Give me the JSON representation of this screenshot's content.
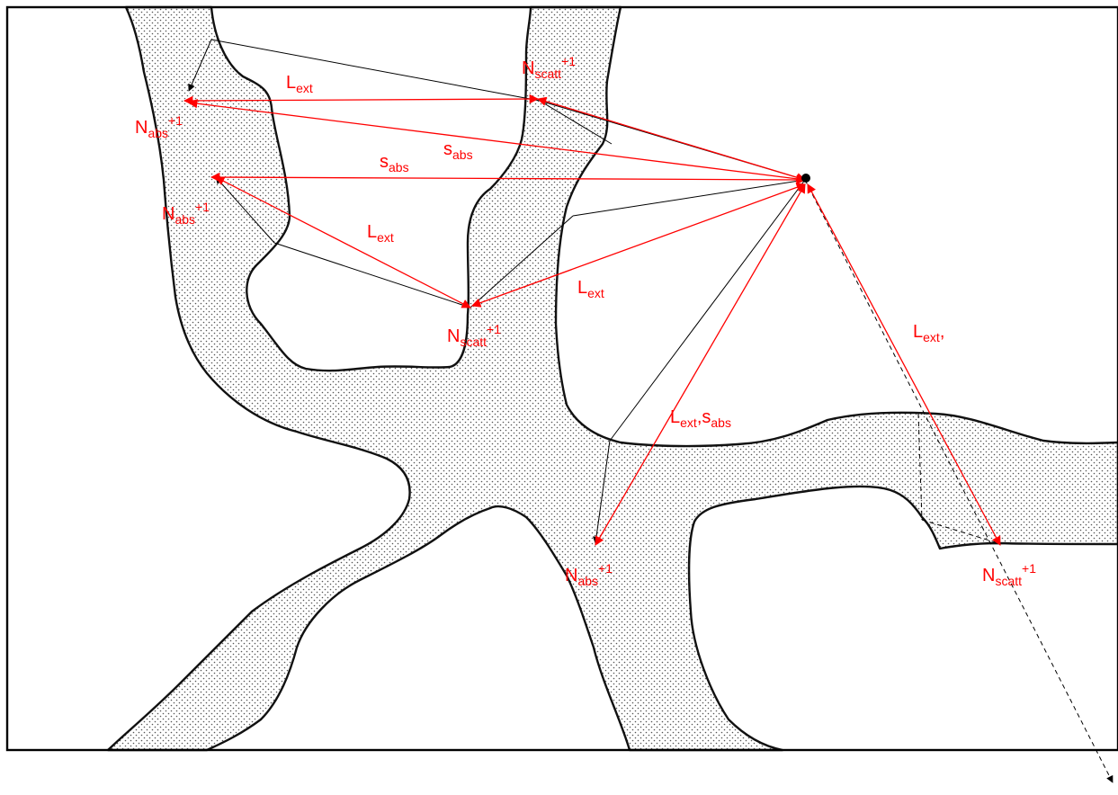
{
  "colors": {
    "ray": "#ff0000",
    "path": "#000000",
    "phase_fill": "#d8d8d8",
    "phase_dot": "#4a4a4a",
    "frame": "#000000"
  },
  "labels": {
    "lext_top": {
      "main": "L",
      "sub": "ext",
      "tail": "",
      "sup": ""
    },
    "nscatt_top": {
      "main": "N",
      "sub": "scatt",
      "tail": "",
      "sup": "+1"
    },
    "nabs_upper": {
      "main": "N",
      "sub": "abs",
      "tail": "",
      "sup": "+1"
    },
    "sabs_right": {
      "main": "s",
      "sub": "abs",
      "tail": "",
      "sup": ""
    },
    "sabs_left": {
      "main": "s",
      "sub": "abs",
      "tail": "",
      "sup": ""
    },
    "nabs_lower": {
      "main": "N",
      "sub": "abs",
      "tail": "",
      "sup": "+1"
    },
    "lext_mid": {
      "main": "L",
      "sub": "ext",
      "tail": "",
      "sup": ""
    },
    "lext_right": {
      "main": "L",
      "sub": "ext",
      "tail": "",
      "sup": ""
    },
    "nscatt_mid": {
      "main": "N",
      "sub": "scatt",
      "tail": "",
      "sup": "+1"
    },
    "lext_far": {
      "main": "L",
      "sub": "ext",
      "tail": ",",
      "sup": ""
    },
    "lext_sabs": {
      "main": "L",
      "sub": "ext",
      "tail": ",s",
      "sub2": "abs",
      "sup": ""
    },
    "nabs_bottom": {
      "main": "N",
      "sub": "abs",
      "tail": "",
      "sup": "+1"
    },
    "nscatt_right": {
      "main": "N",
      "sub": "scatt",
      "tail": "",
      "sup": "+1"
    }
  }
}
